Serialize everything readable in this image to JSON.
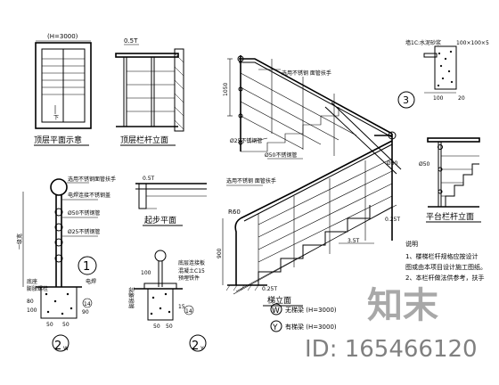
{
  "views": {
    "top_plan": {
      "title": "顶层平面示意",
      "note": "(H=3000)",
      "direction": "下"
    },
    "top_rail": {
      "title": "顶层栏杆立面",
      "dim": "0.5T"
    },
    "start_plan": {
      "title": "起步平面",
      "dim": "0.5T"
    },
    "landing_rail": {
      "title": "平台栏杆立面",
      "label_phi50": "Ø50"
    },
    "main_elev": {
      "title": "梯立面",
      "height_top": "1050",
      "height_mid": "900",
      "r": "R60"
    }
  },
  "labels": {
    "handrail_top": "选用不锈钢\n面管扶手",
    "tube50_a": "Ø50不锈钢管",
    "tube25_a": "Ø25不锈钢管",
    "handrail_mid": "选用不锈钢\n面管扶手",
    "tube50_b": "Ø50",
    "dim_025t_a": "0.25T",
    "dim_35t": "3.5T",
    "dim_025t_b": "0.25T",
    "wall_note": "墙1C:水泥砂浆",
    "wall_dim": "100×100×5",
    "circle3": "3",
    "wall_dim2": "100",
    "wall_dim3": "20"
  },
  "detail1": {
    "num": "1",
    "l1": "选用不锈钢面管扶手",
    "l2": "电焊连接不锈钢盖",
    "l3": "Ø50不锈钢管",
    "l4": "Ø25不锈钢管",
    "l5": "底座",
    "l6": "膨胀螺栓",
    "l7": "电焊",
    "side_label": "一级宽",
    "dims": [
      "80",
      "100",
      "90",
      "50",
      "50"
    ],
    "ref": "14"
  },
  "detail2v": {
    "num": "2",
    "sub": "W",
    "l1": "底层连接板",
    "l2": "混凝土C15",
    "l3": "预埋铁件",
    "l4": "膨胀螺栓",
    "dims": [
      "50",
      "50",
      "15",
      "100",
      "50"
    ],
    "ref": "14"
  },
  "detail2y": {
    "num": "2",
    "sub": "Y"
  },
  "legend": {
    "W": {
      "symbol": "W",
      "text": "无梯梁 (H=3000)"
    },
    "Y": {
      "symbol": "Y",
      "text": "有梯梁 (H=3000)"
    }
  },
  "notes": {
    "title": "说明",
    "line1": "1、楼梯栏杆规格应按设计",
    "line2": "图或由本项目设计施工图纸。",
    "line3": "2、本栏杆做法供参考，扶手"
  },
  "watermark": {
    "brand": "知末",
    "id": "ID: 165466120"
  }
}
